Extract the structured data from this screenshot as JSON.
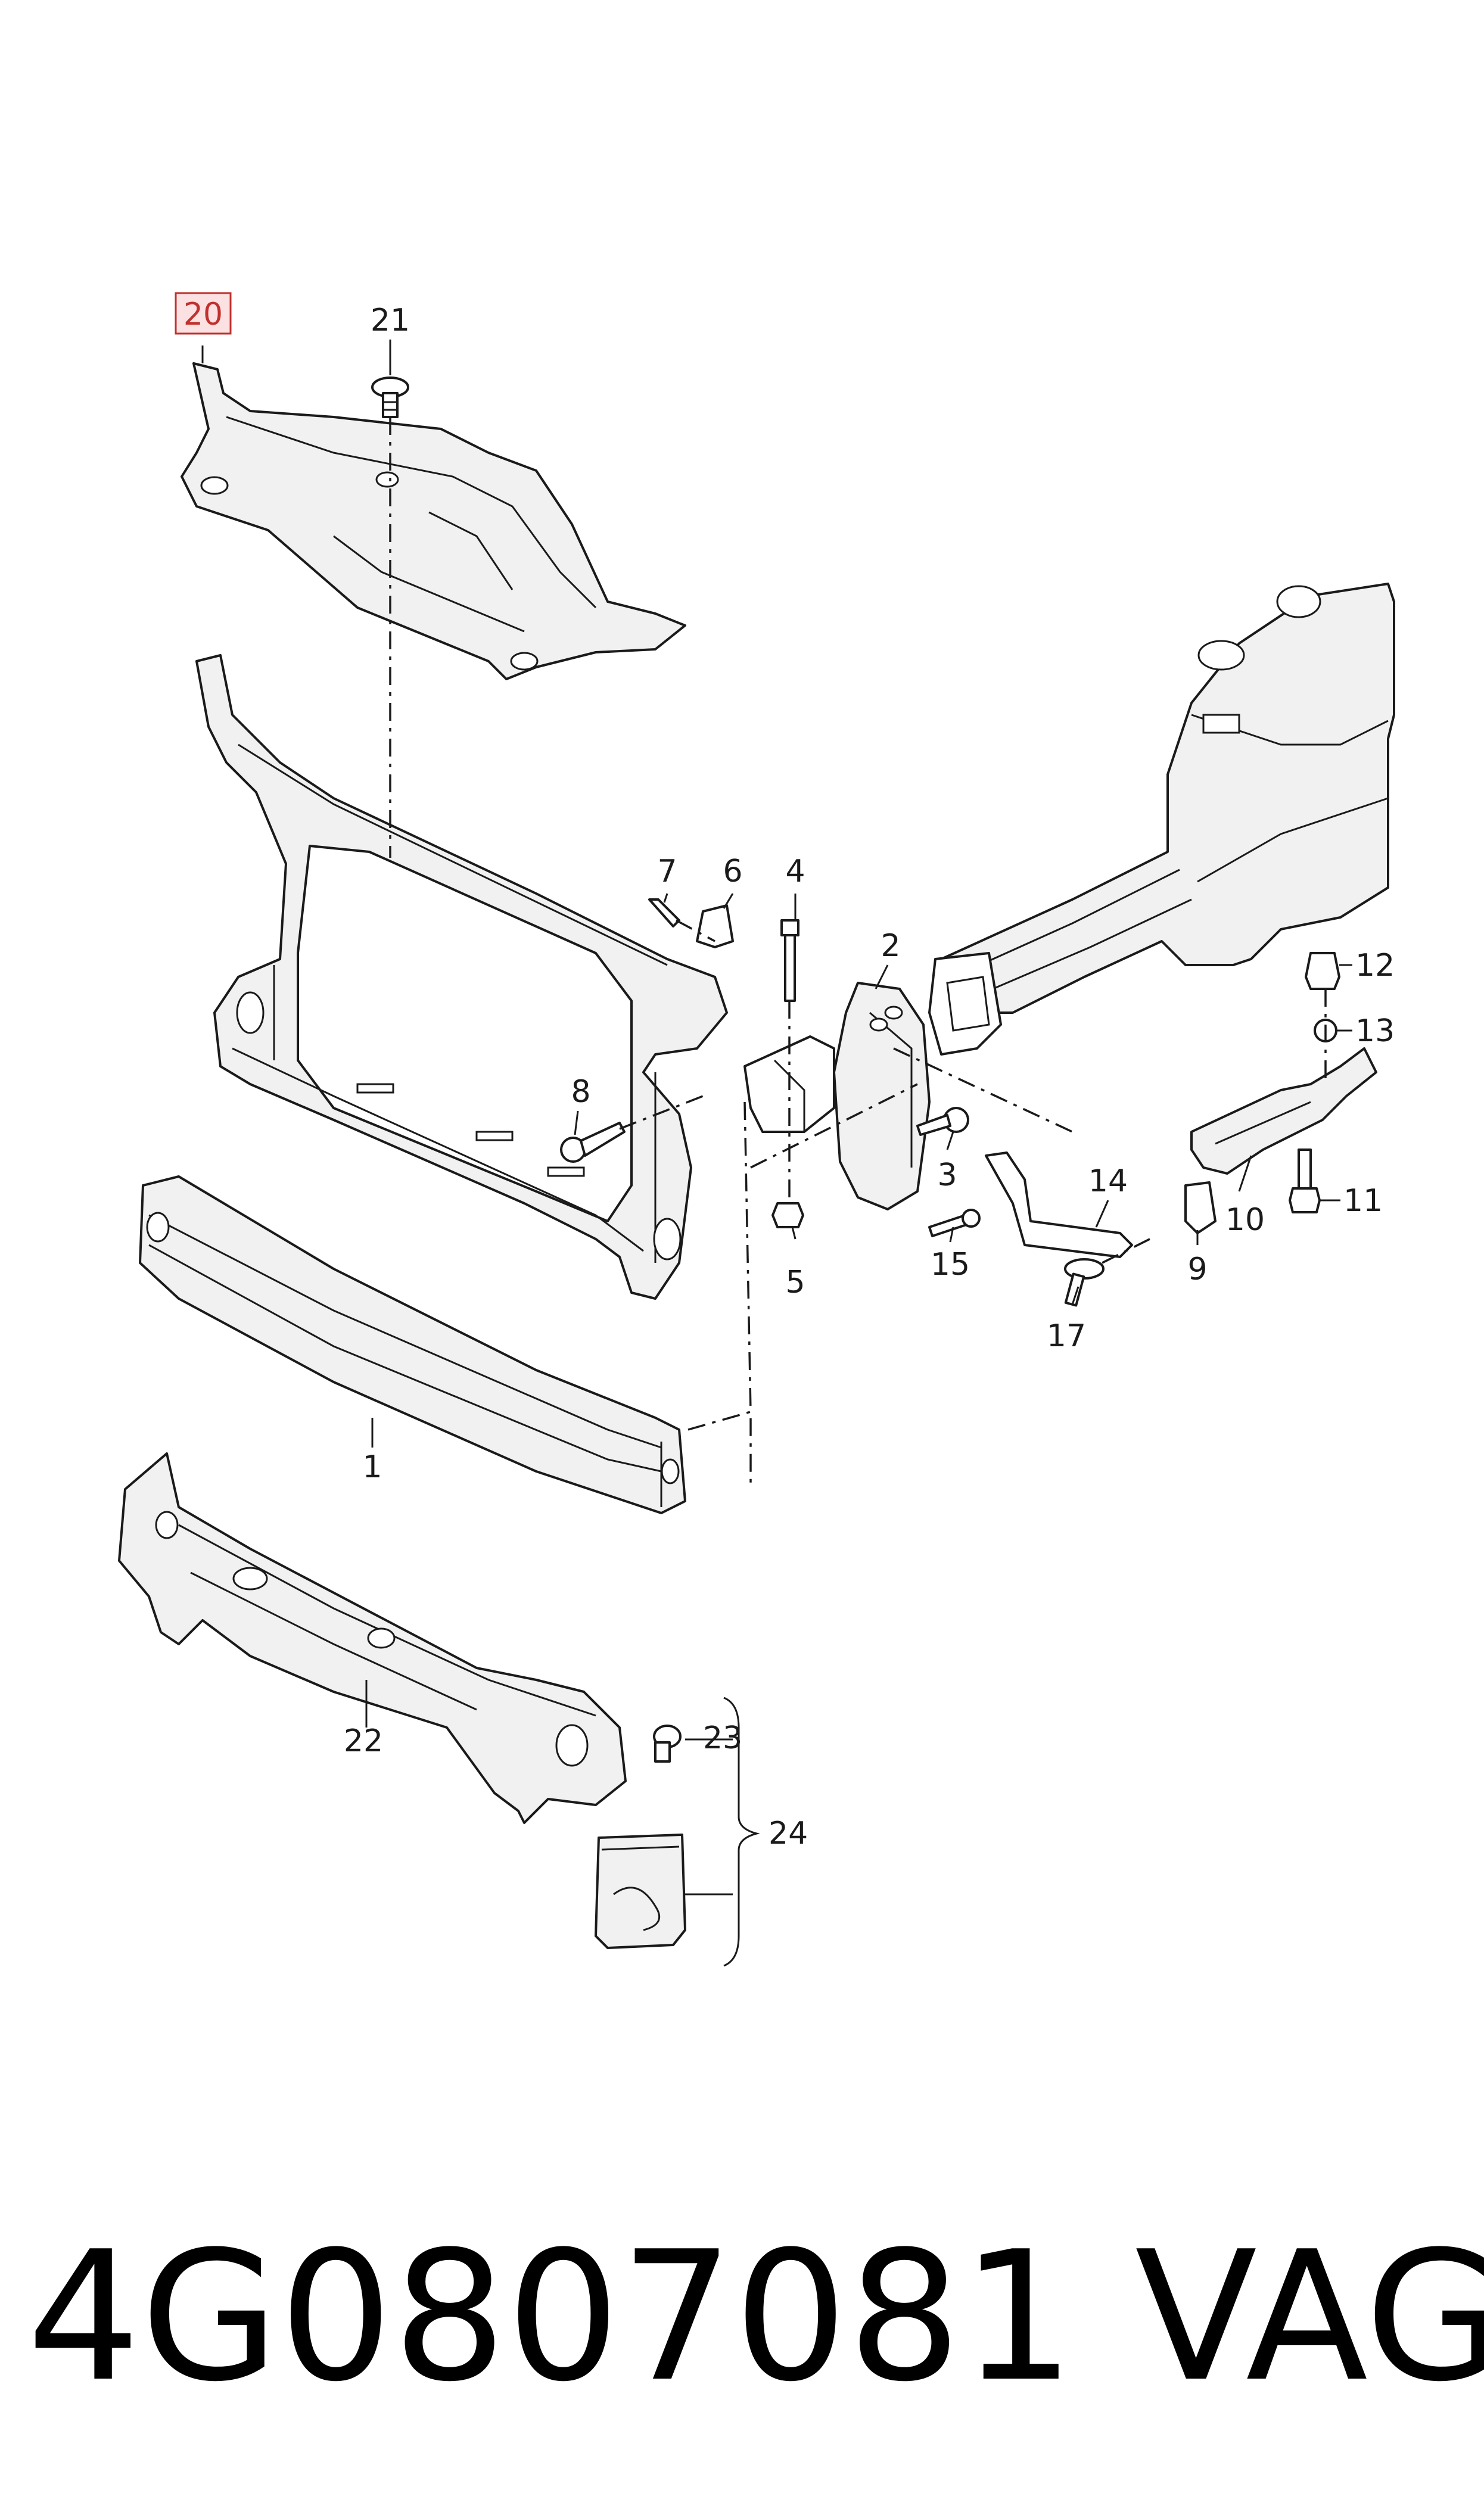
{
  "callouts": {
    "p1": "1",
    "p2": "2",
    "p3": "3",
    "p4": "4",
    "p5": "5",
    "p6": "6",
    "p7": "7",
    "p8": "8",
    "p9": "9",
    "p10": "10",
    "p11": "11",
    "p12": "12",
    "p13": "13",
    "p14": "14",
    "p15": "15",
    "p17": "17",
    "p20": "20",
    "p21": "21",
    "p22": "22",
    "p23": "23",
    "p24": "24"
  },
  "highlight_color": "#c0302e",
  "caption": {
    "part_number": "4G0807081",
    "brand": "VAG"
  }
}
